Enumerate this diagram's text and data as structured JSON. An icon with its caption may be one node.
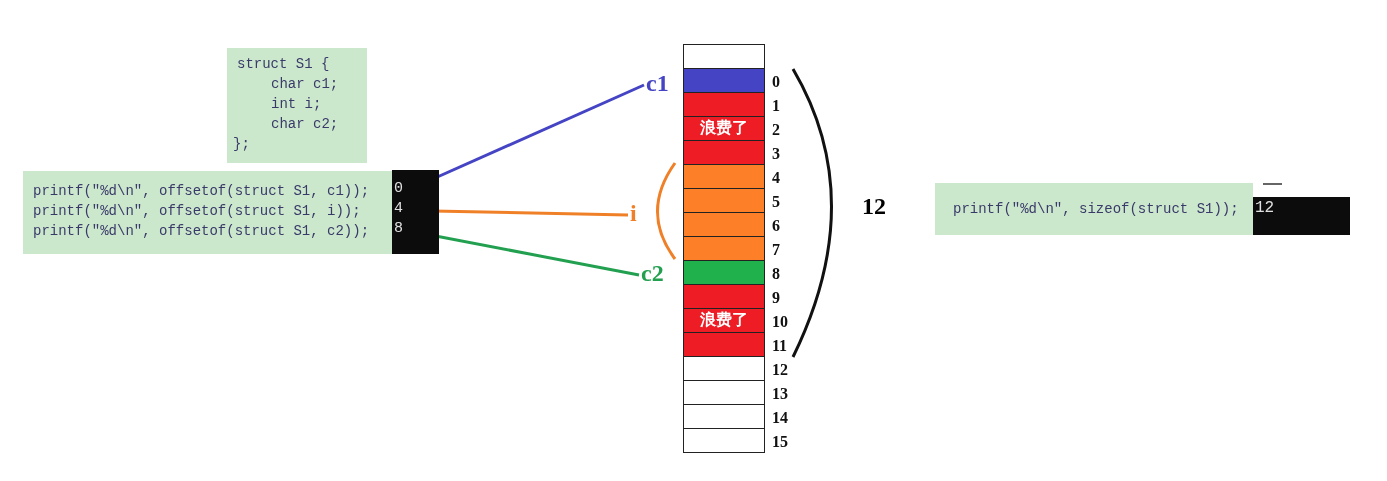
{
  "diagram": {
    "nodes": [
      {
        "text": [
          "struct S1 {",
          "char c1;",
          "int i;",
          "char c2;",
          "};"
        ]
      },
      {
        "text": [
          "printf(\"%d\\n\", offsetof(struct S1, c1));",
          "printf(\"%d\\n\", offsetof(struct S1, i));",
          "printf(\"%d\\n\", offsetof(struct S1, c2));"
        ]
      },
      {
        "text": [],
        "shape": "box"
      },
      {
        "text": [
          "0"
        ],
        "in": 2
      },
      {
        "text": [
          "4"
        ],
        "in": 2
      },
      {
        "text": [
          "8"
        ],
        "in": 2
      },
      {
        "text": [
          "c1"
        ]
      },
      {
        "text": [
          "i"
        ]
      },
      {
        "text": [
          "c2"
        ]
      },
      {
        "text": [],
        "shape": "box"
      },
      {
        "text": [],
        "shape": "box",
        "beside": [
          "0"
        ]
      },
      {
        "text": [],
        "shape": "box",
        "beside": [
          "1"
        ]
      },
      {
        "text": [
          "浪费了"
        ],
        "beside": [
          "2"
        ]
      },
      {
        "text": [],
        "shape": "box",
        "beside": [
          "3"
        ]
      },
      {
        "text": [],
        "shape": "box",
        "beside": [
          "4"
        ]
      },
      {
        "text": [],
        "shape": "box",
        "beside": [
          "5"
        ]
      },
      {
        "text": [],
        "shape": "box",
        "beside": [
          "6"
        ]
      },
      {
        "text": [],
        "shape": "box",
        "beside": [
          "7"
        ]
      },
      {
        "text": [],
        "shape": "box",
        "beside": [
          "8"
        ]
      },
      {
        "text": [],
        "shape": "box",
        "beside": [
          "9"
        ]
      },
      {
        "text": [
          "浪费了"
        ],
        "beside": [
          "10"
        ]
      },
      {
        "text": [],
        "shape": "box",
        "beside": [
          "11"
        ]
      },
      {
        "text": [],
        "shape": "box",
        "beside": [
          "12"
        ]
      },
      {
        "text": [],
        "shape": "box",
        "beside": [
          "13"
        ]
      },
      {
        "text": [],
        "shape": "box",
        "beside": [
          "14"
        ]
      },
      {
        "text": [],
        "shape": "box",
        "beside": [
          "15"
        ]
      },
      {
        "text": [
          "printf(\"%d\\n\", sizeof(struct S1));"
        ]
      },
      {
        "text": [
          "12"
        ]
      }
    ],
    "edges": [
      {
        "from": 3,
        "to": 6,
        "arrow": "none",
        "color": "#4444c4"
      },
      {
        "from": 4,
        "to": 7,
        "arrow": "none",
        "color": "#f08028"
      },
      {
        "from": 5,
        "to": 8,
        "arrow": "none",
        "color": "#22a050"
      }
    ],
    "labels": [
      "12"
    ]
  }
}
